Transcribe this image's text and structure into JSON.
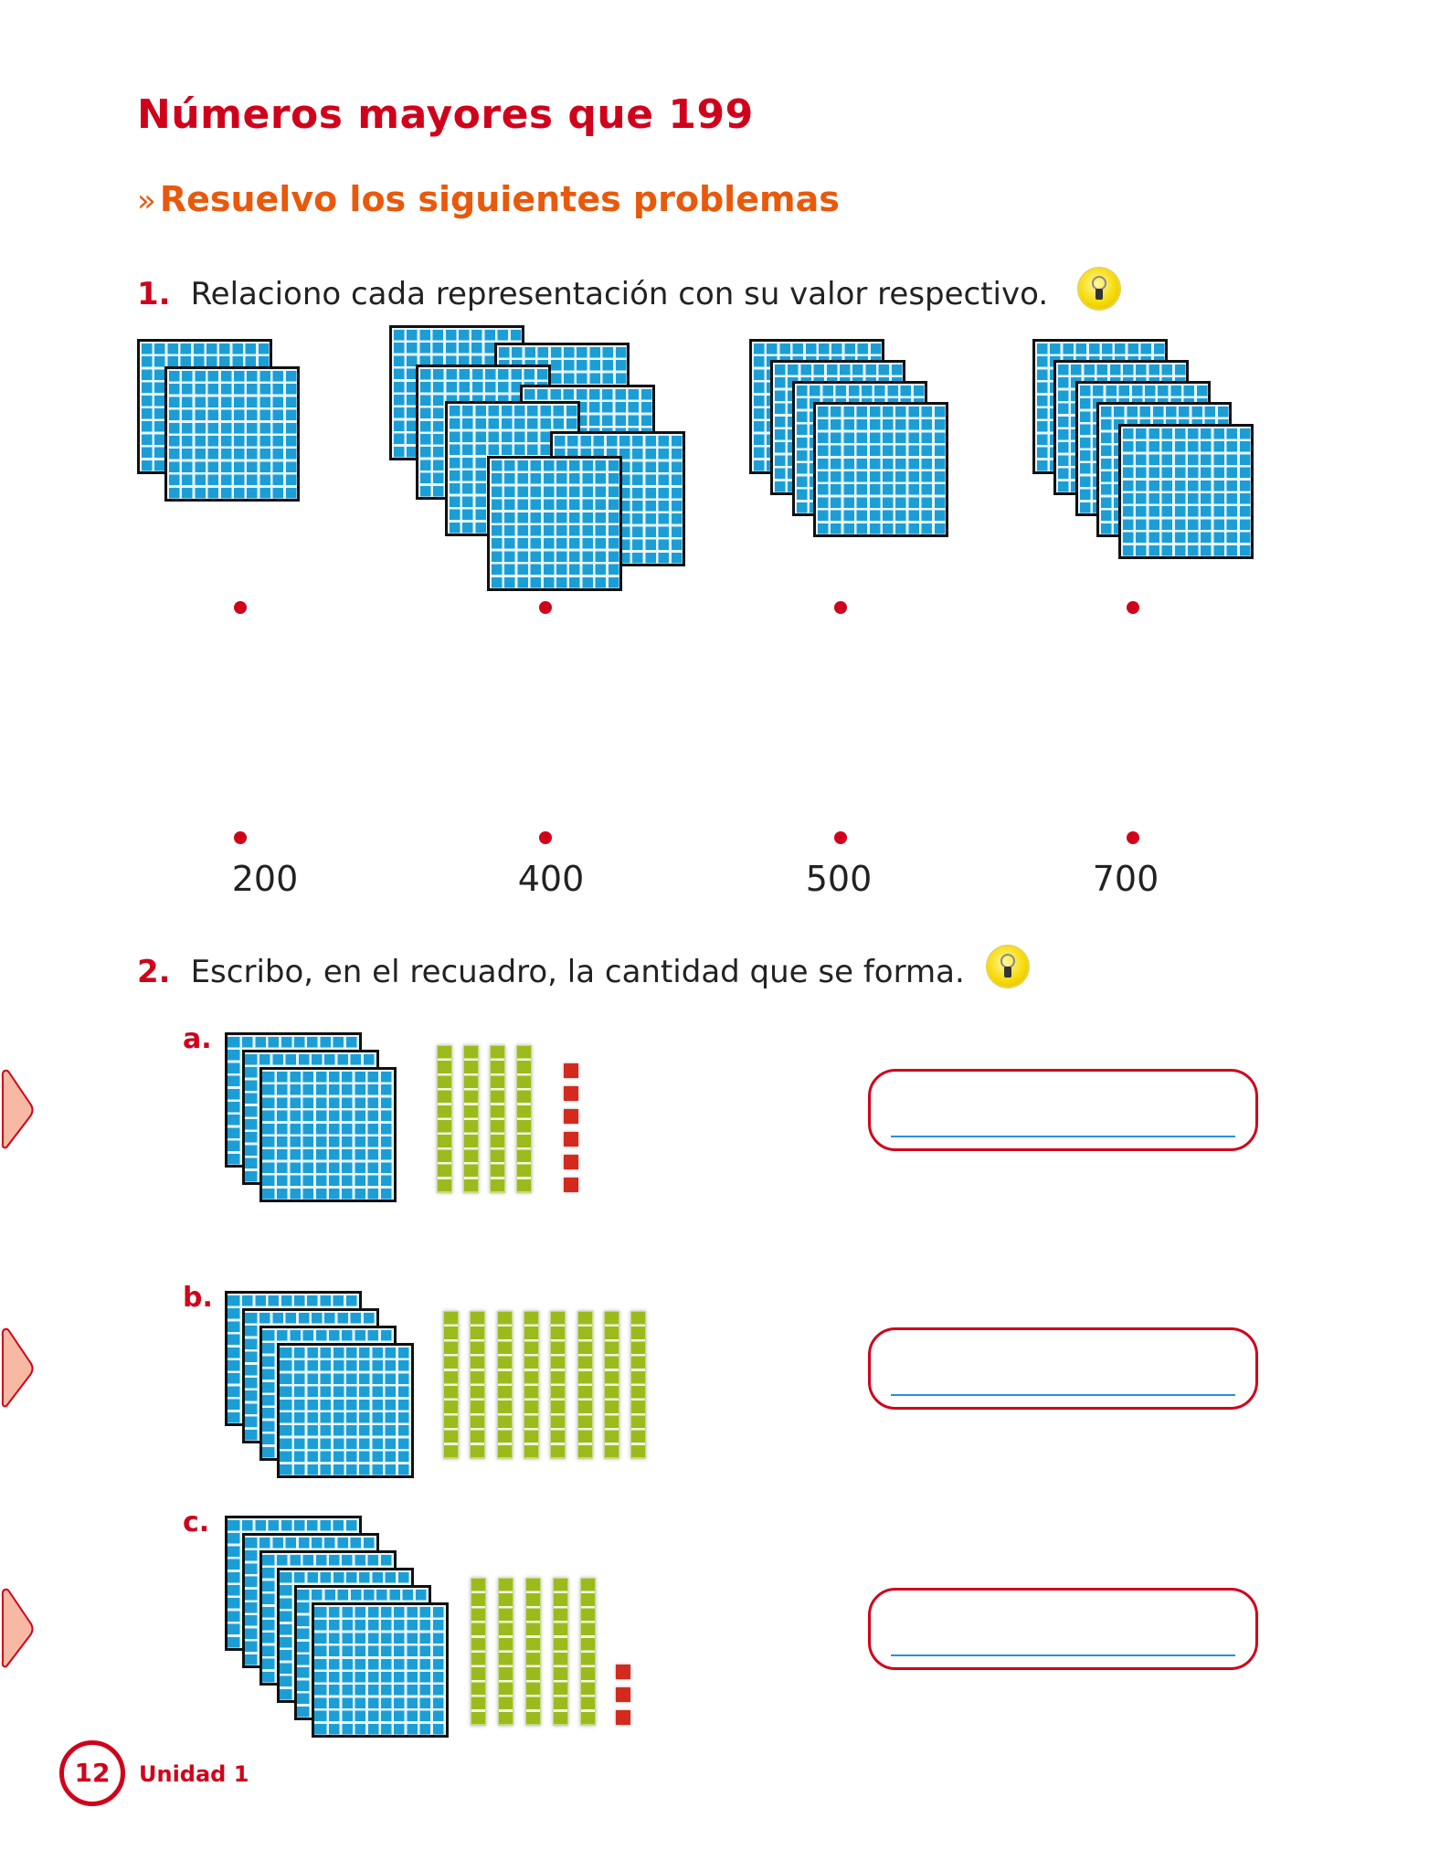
{
  "title": "Números mayores que 199",
  "subtitle": {
    "marker": "»",
    "text": "Resuelvo los siguientes problemas"
  },
  "q1": {
    "number": "1.",
    "text": "Relaciono cada representación con su valor respectivo.",
    "hint_icon": "lightbulb-icon",
    "groups_hundreds": [
      2,
      7,
      4,
      5
    ],
    "values": [
      "200",
      "400",
      "500",
      "700"
    ]
  },
  "q2": {
    "number": "2.",
    "text": "Escribo, en el recuadro, la cantidad que se forma.",
    "hint_icon": "lightbulb-icon",
    "items": [
      {
        "letter": "a.",
        "hundreds": 3,
        "tens": 4,
        "ones": 6,
        "answer": ""
      },
      {
        "letter": "b.",
        "hundreds": 4,
        "tens": 8,
        "ones": 0,
        "answer": ""
      },
      {
        "letter": "c.",
        "hundreds": 6,
        "tens": 5,
        "ones": 3,
        "answer": ""
      }
    ]
  },
  "footer": {
    "page": "12",
    "unit": "Unidad 1"
  },
  "colors": {
    "title": "#d0021b",
    "subtitle": "#e8590c",
    "flat": "#1b9ed6",
    "rod": "#9bbb1c",
    "unit": "#d42a1e"
  }
}
